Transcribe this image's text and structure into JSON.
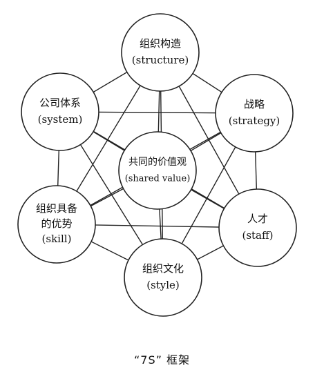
{
  "diagram": {
    "caption": "“7S” 框架",
    "nodes": [
      {
        "id": "structure",
        "lines": [
          "组织构造",
          "(structure)"
        ]
      },
      {
        "id": "strategy",
        "lines": [
          "战略",
          "(strategy)"
        ]
      },
      {
        "id": "staff",
        "lines": [
          "人才",
          "(staff)"
        ]
      },
      {
        "id": "style",
        "lines": [
          "组织文化",
          "(style)"
        ]
      },
      {
        "id": "skill",
        "lines": [
          "组织具备",
          "的优势",
          "(skill)"
        ]
      },
      {
        "id": "system",
        "lines": [
          "公司体系",
          "(system)"
        ]
      },
      {
        "id": "shared-value",
        "lines": [
          "共同的价值观",
          "(shared value)"
        ]
      }
    ],
    "edges": [
      [
        "structure",
        "strategy"
      ],
      [
        "strategy",
        "staff"
      ],
      [
        "staff",
        "style"
      ],
      [
        "style",
        "skill"
      ],
      [
        "skill",
        "system"
      ],
      [
        "system",
        "structure"
      ],
      [
        "structure",
        "staff"
      ],
      [
        "structure",
        "style"
      ],
      [
        "structure",
        "skill"
      ],
      [
        "strategy",
        "style"
      ],
      [
        "strategy",
        "skill"
      ],
      [
        "strategy",
        "system"
      ],
      [
        "staff",
        "skill"
      ],
      [
        "staff",
        "system"
      ],
      [
        "style",
        "system"
      ],
      [
        "shared-value",
        "structure"
      ],
      [
        "shared-value",
        "strategy"
      ],
      [
        "shared-value",
        "staff"
      ],
      [
        "shared-value",
        "style"
      ],
      [
        "shared-value",
        "skill"
      ],
      [
        "shared-value",
        "system"
      ]
    ]
  }
}
